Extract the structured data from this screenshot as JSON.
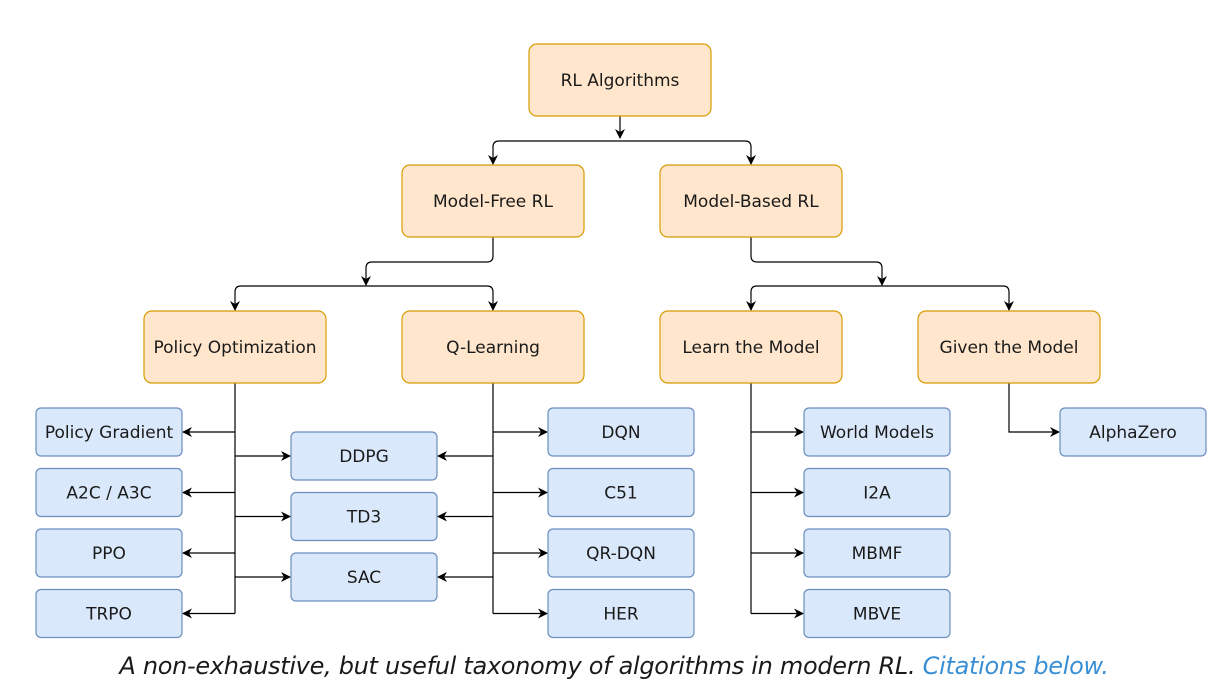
{
  "colors": {
    "category_fill": "#ffe6cc",
    "category_stroke": "#d79b00",
    "algorithm_fill": "#dae8fc",
    "algorithm_stroke": "#6c8ebf",
    "edge": "#000000",
    "link": "#3a8fd4"
  },
  "diagram": {
    "root": {
      "label": "RL Algorithms"
    },
    "branches": [
      {
        "label": "Model-Free RL",
        "children": [
          {
            "label": "Policy Optimization",
            "algorithms": [
              "Policy Gradient",
              "A2C / A3C",
              "PPO",
              "TRPO"
            ]
          },
          {
            "label": "Q-Learning",
            "algorithms": [
              "DQN",
              "C51",
              "QR-DQN",
              "HER"
            ]
          }
        ],
        "hybrid_algorithms": [
          "DDPG",
          "TD3",
          "SAC"
        ]
      },
      {
        "label": "Model-Based RL",
        "children": [
          {
            "label": "Learn the Model",
            "algorithms": [
              "World Models",
              "I2A",
              "MBMF",
              "MBVE"
            ]
          },
          {
            "label": "Given the Model",
            "algorithms": [
              "AlphaZero"
            ]
          }
        ]
      }
    ]
  },
  "caption": {
    "text": "A non-exhaustive, but useful taxonomy of algorithms in modern RL.",
    "link_text": "Citations below."
  }
}
